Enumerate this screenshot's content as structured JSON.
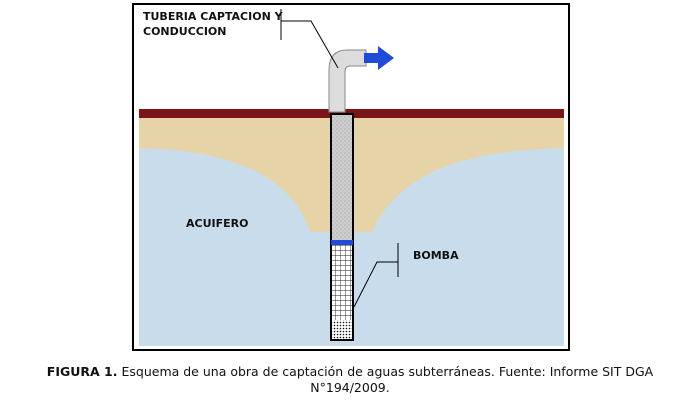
{
  "diagram": {
    "labels": {
      "pipe": [
        "TUBERIA CAPTACION Y",
        "CONDUCCION"
      ],
      "aquifer": "ACUIFERO",
      "pump": "BOMBA"
    },
    "colors": {
      "frame": "#000000",
      "sky": "#ffffff",
      "ground_surface": "#7b1418",
      "sand": "#e7d3a8",
      "aquifer": "#c9dcec",
      "pipe": "#dcdcdc",
      "pump_band": "#1f4bd6",
      "flow_arrow": "#1f4bd6"
    }
  },
  "caption": {
    "label": "FIGURA 1.",
    "text": "Esquema de una obra de captación de aguas subterráneas. Fuente: Informe SIT DGA",
    "text2": "N°194/2009."
  }
}
